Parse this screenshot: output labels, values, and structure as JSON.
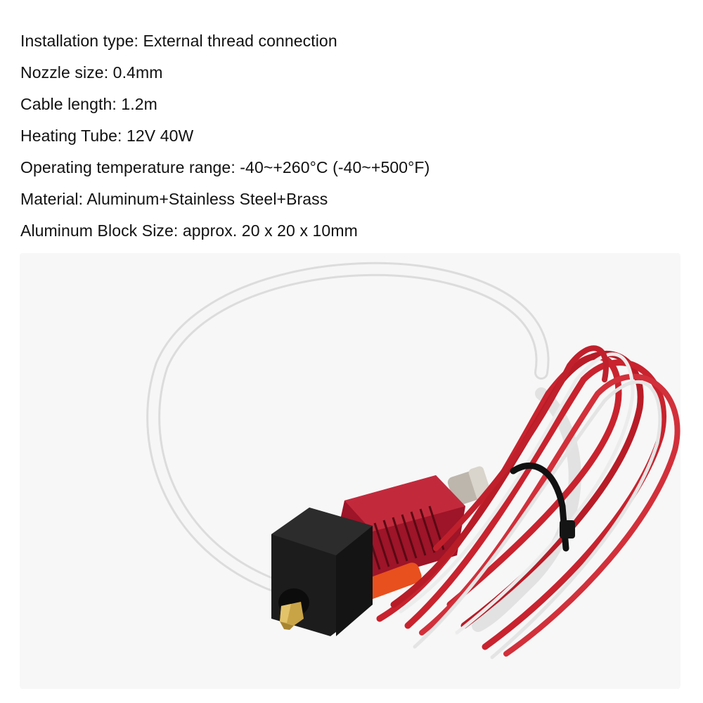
{
  "specs": [
    {
      "label": "Installation type",
      "value": "External thread connection",
      "text": "Installation type: External thread connection"
    },
    {
      "label": "Nozzle size",
      "value": "0.4mm",
      "text": "Nozzle size: 0.4mm"
    },
    {
      "label": "Cable length",
      "value": "1.2m",
      "text": "Cable length: 1.2m"
    },
    {
      "label": "Heating Tube",
      "value": "12V 40W",
      "text": "Heating Tube: 12V 40W"
    },
    {
      "label": "Operating temperature range",
      "value": "-40~+260°C (-40~+500°F)",
      "text": "Operating temperature range: -40~+260°C (-40~+500°F)"
    },
    {
      "label": "Material",
      "value": "Aluminum+Stainless Steel+Brass",
      "text": "Material: Aluminum+Stainless Steel+Brass"
    },
    {
      "label": "Aluminum Block Size",
      "value": "approx. 20 x 20 x 10mm",
      "text": "Aluminum Block Size: approx. 20 x 20 x 10mm"
    }
  ],
  "product_photo": {
    "subject": "3D printer hotend extruder kit",
    "components": [
      "ptfe-tube",
      "red-heatsink",
      "black-silicone-sock",
      "brass-nozzle",
      "red-white-cables",
      "black-cable-tie"
    ],
    "colors": {
      "tube": "#f4f4f4",
      "heatsink": "#b01c30",
      "sock": "#1c1c1c",
      "nozzle": "#c9a447",
      "cable_red": "#c8232e",
      "cable_white": "#e8e8e8",
      "heater_sleeve": "#e8501e",
      "tie": "#111111"
    }
  }
}
